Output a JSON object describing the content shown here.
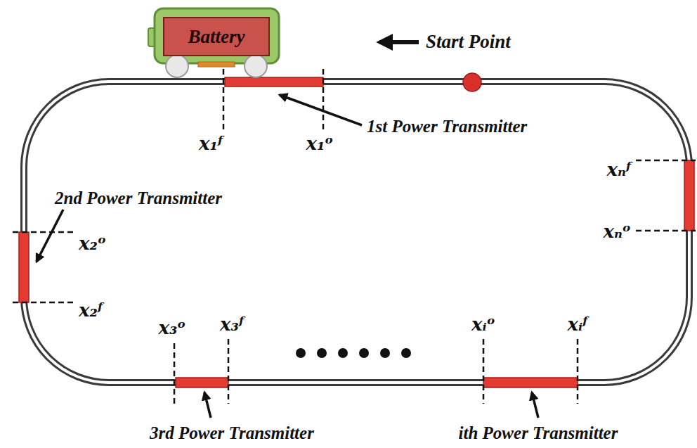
{
  "diagram": {
    "nodes": [
      {
        "text": [
          "Battery"
        ]
      }
    ],
    "labels": [
      "Start Point",
      "x₁ᶠ",
      "x₁ᵒ",
      "1st Power Transmitter",
      "xₙᶠ",
      "2nd Power Transmitter",
      "x₂ᵒ",
      "xₙᵒ",
      "x₂ᶠ",
      "x₃ᵒ",
      "x₃ᶠ",
      "xᵢᵒ",
      "xᵢᶠ",
      "3rd Power Transmitter",
      "ith Power Transmitter"
    ]
  }
}
